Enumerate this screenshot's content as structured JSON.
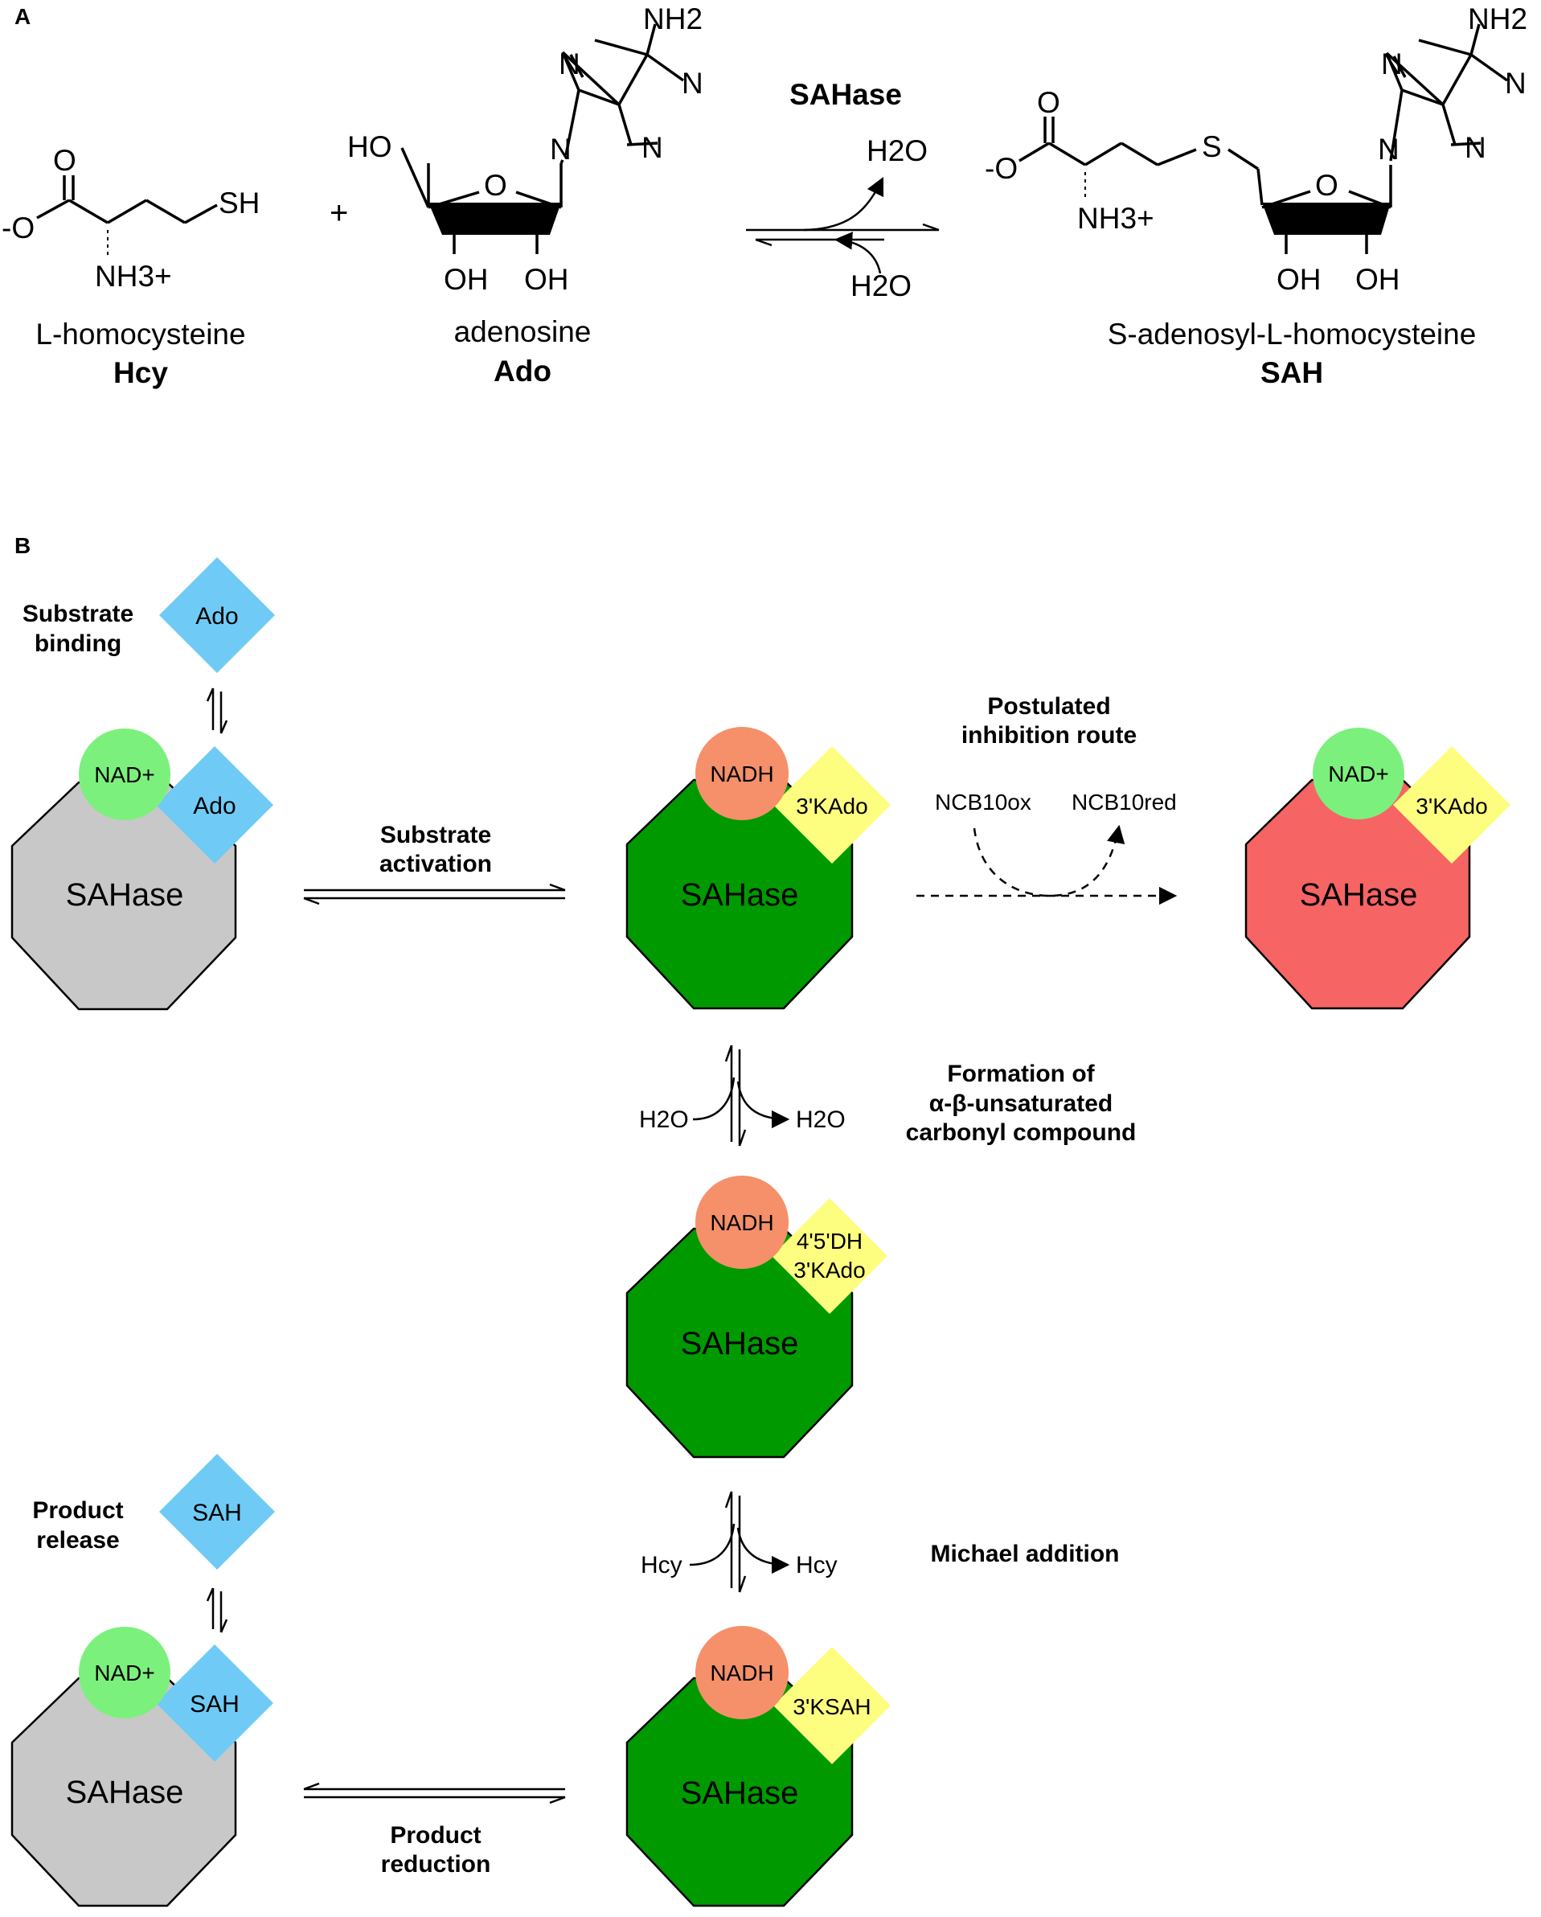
{
  "panel_a": {
    "label": "A",
    "enzyme": "SAHase",
    "water_top": "H2O",
    "water_bottom": "H2O",
    "plus": "+",
    "hcy": {
      "name": "L-homocysteine",
      "abbr": "Hcy",
      "o_double": "O",
      "o_minus": "-O",
      "sh": "SH",
      "nh3": "NH3+"
    },
    "ado": {
      "name": "adenosine",
      "abbr": "Ado",
      "nh2": "NH2",
      "n1": "N",
      "n3": "N",
      "n7": "N",
      "n9": "N",
      "ho": "HO",
      "ring_o": "O",
      "oh2": "OH",
      "oh3": "OH"
    },
    "sah": {
      "name": "S-adenosyl-L-homocysteine",
      "abbr": "SAH",
      "o_double": "O",
      "o_minus": "-O",
      "s": "S",
      "nh3": "NH3+",
      "nh2": "NH2",
      "n1": "N",
      "n3": "N",
      "n7": "N",
      "n9": "N",
      "ring_o": "O",
      "oh2": "OH",
      "oh3": "OH"
    }
  },
  "panel_b": {
    "label": "B",
    "enzyme_label": "SAHase",
    "cofactor_ox": "NAD+",
    "cofactor_red": "NADH",
    "colors": {
      "gray": "#c8c8c8",
      "green": "#009a00",
      "red": "#f76464",
      "nad": "#7cf07c",
      "nadh": "#f5906a",
      "blue": "#6fcbf5",
      "yellow": "#fdfd80"
    },
    "steps": {
      "substrate_binding": [
        "Substrate",
        "binding"
      ],
      "substrate_activation": [
        "Substrate",
        "activation"
      ],
      "inhibition_route": [
        "Postulated",
        "inhibition route"
      ],
      "formation": [
        "Formation of",
        "α-β-unsaturated",
        "carbonyl compound"
      ],
      "michael": "Michael addition",
      "product_release": [
        "Product",
        "release"
      ],
      "product_reduction": [
        "Product",
        "reduction"
      ]
    },
    "ligands": {
      "ado_free": "Ado",
      "ado_bound": "Ado",
      "kado_active": "3'KAdo",
      "kado_inhibited": "3'KAdo",
      "dh_kado": [
        "4'5'DH",
        "3'KAdo"
      ],
      "ksah": "3'KSAH",
      "sah_bound": "SAH",
      "sah_free": "SAH"
    },
    "reagents": {
      "ncb_ox": "NCB10ox",
      "ncb_red": "NCB10red",
      "h2o_in": "H2O",
      "h2o_out": "H2O",
      "hcy_in": "Hcy",
      "hcy_out": "Hcy"
    }
  }
}
